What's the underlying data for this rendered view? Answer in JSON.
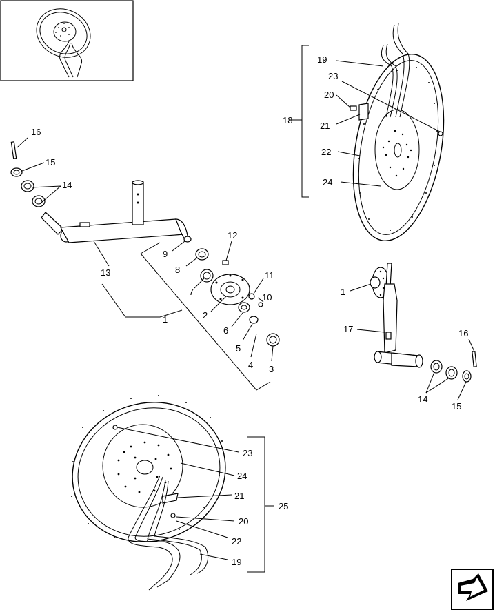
{
  "diagram": {
    "callouts": {
      "c1a": "1",
      "c1b": "1",
      "c2": "2",
      "c3": "3",
      "c4": "4",
      "c5": "5",
      "c6": "6",
      "c7": "7",
      "c8": "8",
      "c9": "9",
      "c10": "10",
      "c11": "11",
      "c12": "12",
      "c13": "13",
      "c14a": "14",
      "c14b": "14",
      "c15a": "15",
      "c15b": "15",
      "c16a": "16",
      "c16b": "16",
      "c17": "17",
      "c18": "18",
      "c19a": "19",
      "c19b": "19",
      "c20a": "20",
      "c20b": "20",
      "c21a": "21",
      "c21b": "21",
      "c22a": "22",
      "c22b": "22",
      "c23a": "23",
      "c23b": "23",
      "c24a": "24",
      "c24b": "24",
      "c25": "25"
    },
    "icons": {
      "thumbnail": "wheel-thumbnail-icon",
      "navigation": "next-page-arrow-icon"
    }
  }
}
